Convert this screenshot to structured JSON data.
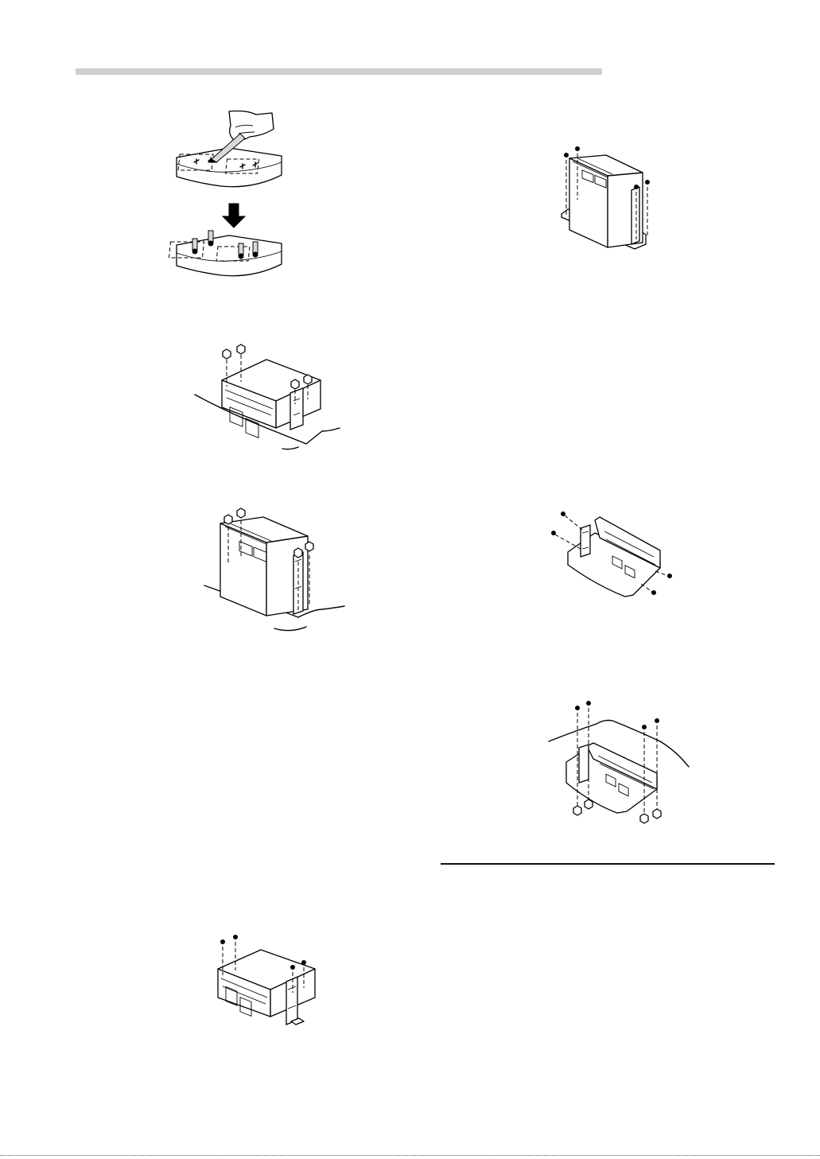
{
  "page": {
    "figures": [
      "template-marking-illustration",
      "unit-top-mount-nuts-illustration",
      "unit-vertical-mount-nuts-illustration",
      "unit-top-screws-illustration",
      "unit-vertical-screws-illustration",
      "unit-bracket-side-screws-illustration",
      "unit-ceiling-mount-illustration"
    ]
  },
  "colors": {
    "header_bar": "#cfcfcf",
    "line_art": "#000000",
    "rule": "#111111"
  }
}
